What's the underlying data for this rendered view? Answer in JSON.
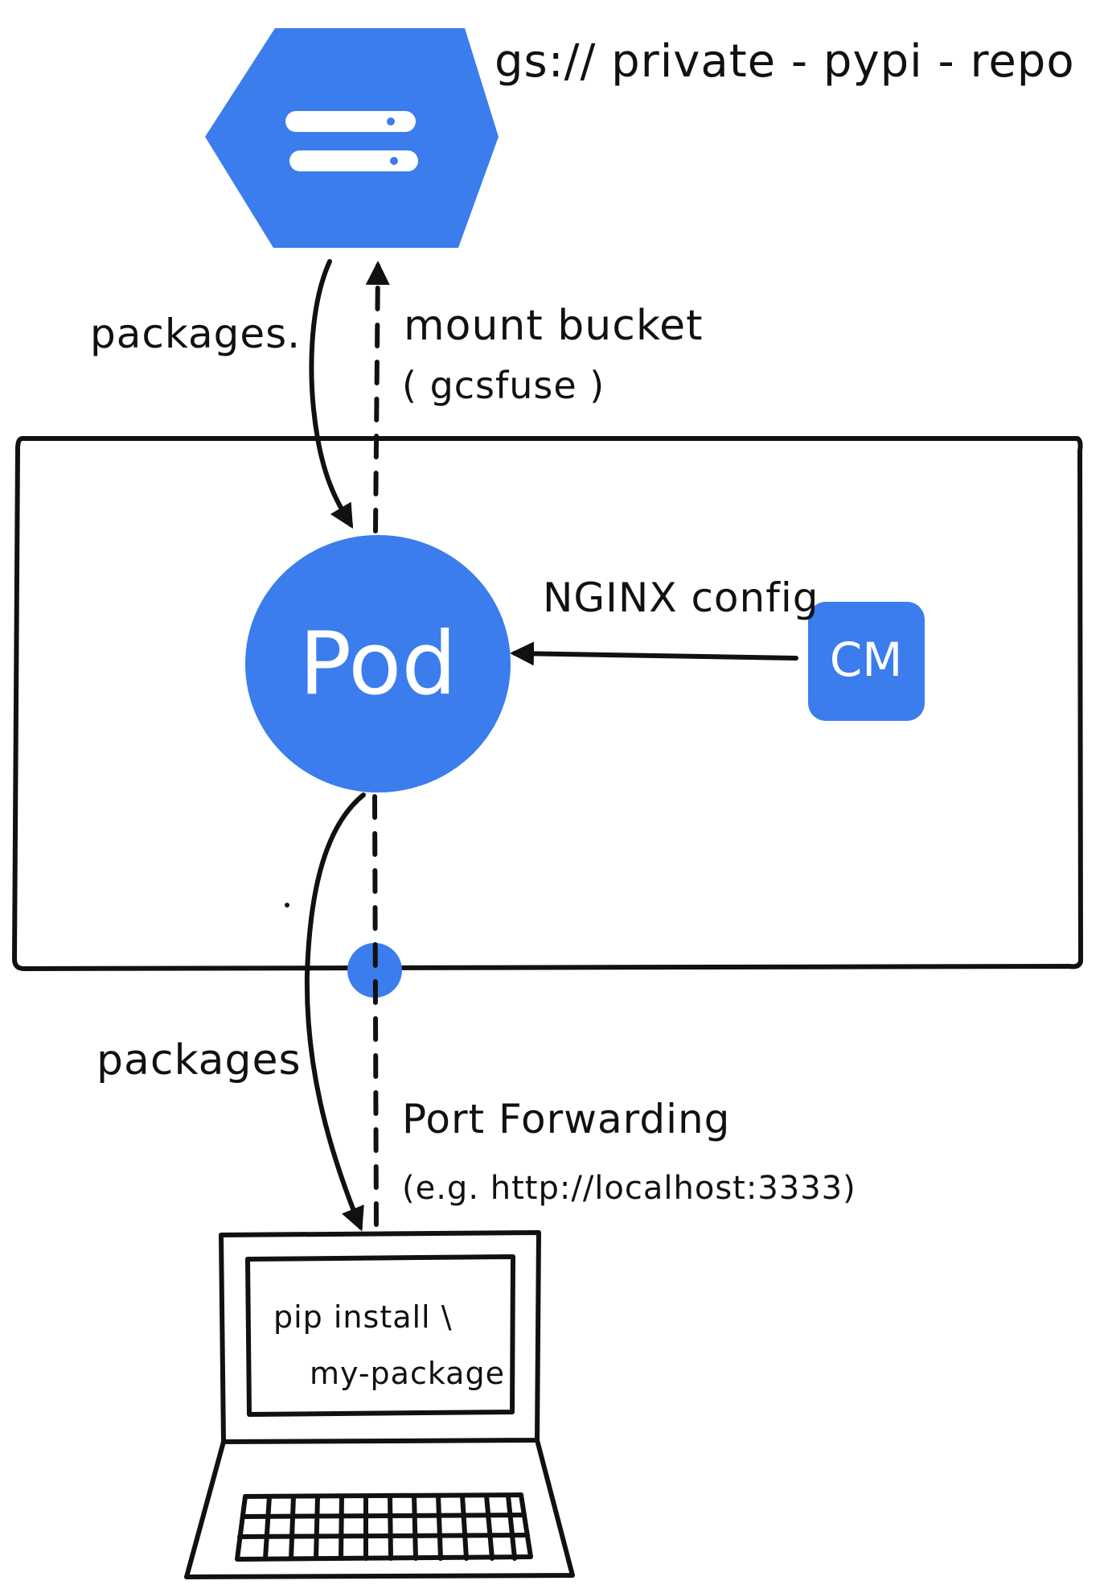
{
  "bucket": {
    "url_label": "gs:// private - pypi - repo",
    "icon": "storage-bucket-icon"
  },
  "edges": {
    "packages_top": "packages.",
    "mount_line1": "mount  bucket",
    "mount_line2": "( gcsfuse )",
    "nginx": "NGINX config",
    "packages_bottom": "packages",
    "port_line1": "Port  Forwarding",
    "port_line2": "(e.g. http://localhost:3333)"
  },
  "pod": {
    "label": "Pod"
  },
  "configmap": {
    "label": "CM"
  },
  "laptop": {
    "line1": "pip install  \\",
    "line2": "my-package"
  },
  "colors": {
    "accent": "#3b7ded",
    "ink": "#111111",
    "background": "#ffffff"
  }
}
